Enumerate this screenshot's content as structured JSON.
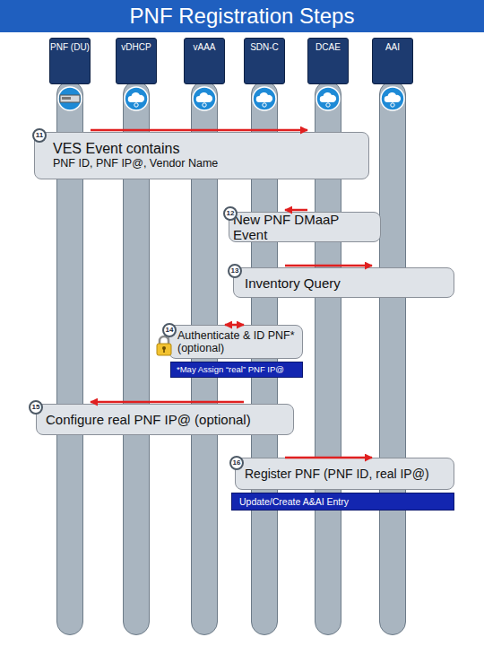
{
  "diagram": {
    "title": "PNF Registration Steps",
    "nodes": [
      {
        "text": [
          "PNF (DU)"
        ]
      },
      {
        "text": [
          "vDHCP"
        ]
      },
      {
        "text": [
          "vAAA"
        ]
      },
      {
        "text": [
          "SDN-C"
        ]
      },
      {
        "text": [
          "DCAE"
        ]
      },
      {
        "text": [
          "AAI"
        ]
      },
      {
        "text": [
          "VES Event contains",
          "PNF ID, PNF IP@, Vendor Name"
        ]
      },
      {
        "text": [
          "New PNF DMaaP Event"
        ]
      },
      {
        "text": [
          "Inventory Query"
        ]
      },
      {
        "text": [
          "Authenticate & ID PNF* (optional)"
        ]
      },
      {
        "text": [
          "*May Assign “real” PNF IP@"
        ]
      },
      {
        "text": [
          "Configure real PNF IP@ (optional)"
        ]
      },
      {
        "text": [
          "Register PNF (PNF ID, real IP@)"
        ]
      },
      {
        "text": [
          "Update/Create A&AI Entry"
        ]
      }
    ],
    "edges": [
      {
        "from": 0,
        "to": 4,
        "arrow": "to"
      },
      {
        "from": 4,
        "to": 3,
        "arrow": "to"
      },
      {
        "from": 3,
        "to": 5,
        "arrow": "to"
      },
      {
        "from": 2,
        "to": 3,
        "arrow": "both"
      },
      {
        "from": 3,
        "to": 0,
        "arrow": "to"
      },
      {
        "from": 3,
        "to": 5,
        "arrow": "to"
      }
    ],
    "labels": [
      "11",
      "12",
      "13",
      "14",
      "15",
      "16"
    ]
  }
}
